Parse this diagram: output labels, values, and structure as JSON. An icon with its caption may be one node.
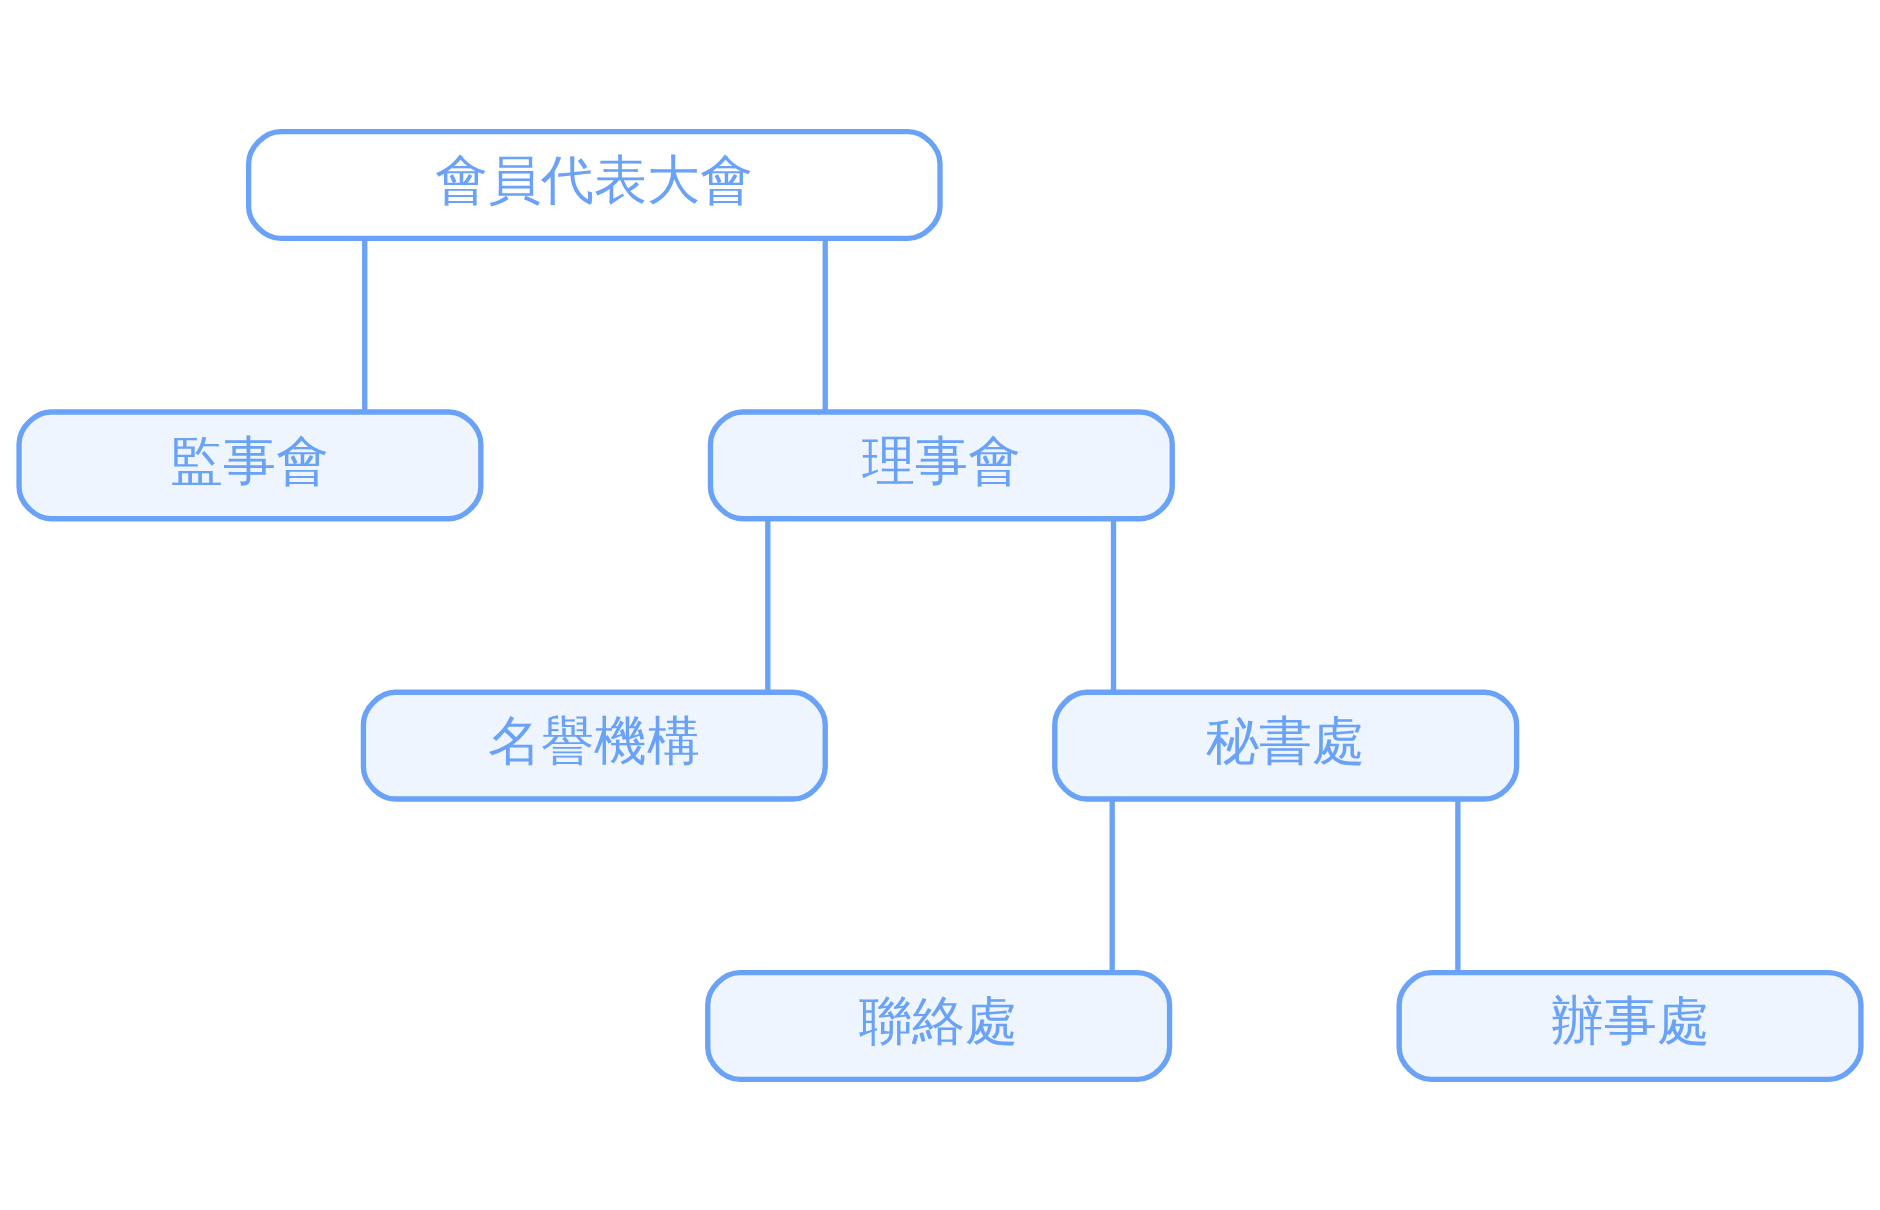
{
  "diagram": {
    "nodes": [
      {
        "text": [
          "會員代表大會"
        ]
      },
      {
        "text": [
          "監事會"
        ]
      },
      {
        "text": [
          "理事會"
        ]
      },
      {
        "text": [
          "名譽機構"
        ]
      },
      {
        "text": [
          "秘書處"
        ]
      },
      {
        "text": [
          "聯絡處"
        ]
      },
      {
        "text": [
          "辦事處"
        ]
      }
    ],
    "edges": [
      {
        "from": 0,
        "to": 1,
        "arrow": "none"
      },
      {
        "from": 0,
        "to": 2,
        "arrow": "none"
      },
      {
        "from": 2,
        "to": 3,
        "arrow": "none"
      },
      {
        "from": 2,
        "to": 4,
        "arrow": "none"
      },
      {
        "from": 4,
        "to": 5,
        "arrow": "none"
      },
      {
        "from": 4,
        "to": 6,
        "arrow": "none"
      }
    ]
  }
}
